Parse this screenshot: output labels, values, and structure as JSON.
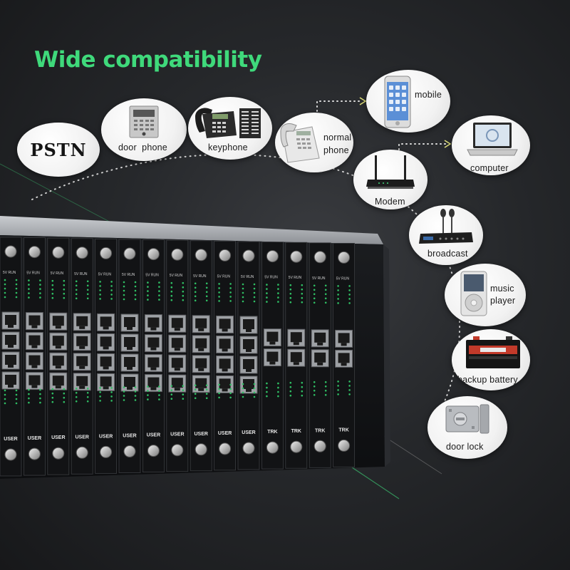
{
  "headline": {
    "text": "Wide compatibility"
  },
  "colors": {
    "accent": "#3fd97b",
    "background": "#1f2022",
    "bubble": "#f1f1f1",
    "arrow": "#e2e27a"
  },
  "devices": {
    "pstn": {
      "label": "PSTN",
      "icon": "pstn-text"
    },
    "door_phone": {
      "label": "door  phone",
      "icon": "door-phone-icon"
    },
    "keyphone": {
      "label": "keyphone",
      "icon": "keyphone-icon"
    },
    "normal_phone": {
      "line1": "normal",
      "line2": "phone",
      "icon": "desk-phone-icon"
    },
    "mobile": {
      "label": "mobile",
      "icon": "mobile-phone-icon"
    },
    "computer": {
      "label": "computer",
      "icon": "laptop-icon"
    },
    "modem": {
      "label": "Modem",
      "icon": "router-icon"
    },
    "broadcast": {
      "label": "broadcast",
      "icon": "microphone-amplifier-icon"
    },
    "music_player": {
      "line1": "music",
      "line2": "player",
      "icon": "music-player-icon"
    },
    "backup_battery": {
      "label": "backup battery",
      "icon": "battery-icon"
    },
    "door_lock": {
      "label": "door lock",
      "icon": "door-lock-icon"
    }
  },
  "rack": {
    "user_card_label": "USER",
    "trunk_card_label": "TRK",
    "led_header_left": "5V",
    "led_header_right": "RUN",
    "user_cards": 11,
    "trunk_cards": 4
  }
}
